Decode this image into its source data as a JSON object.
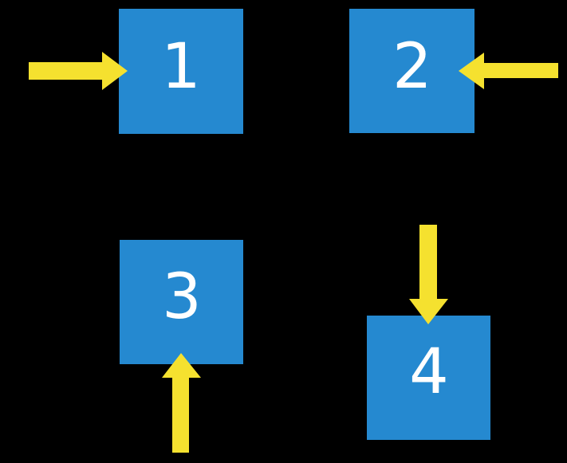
{
  "diagram": {
    "title": "four numbered squares with directional arrows",
    "squares": [
      {
        "label": "1",
        "arrow_direction": "arrow points right into left side of square"
      },
      {
        "label": "2",
        "arrow_direction": "arrow points left into right side of square"
      },
      {
        "label": "3",
        "arrow_direction": "arrow points up into bottom side of square"
      },
      {
        "label": "4",
        "arrow_direction": "arrow points down into top side of square"
      }
    ]
  },
  "colors": {
    "background": "#000000",
    "square": "#2589d0",
    "arrow": "#f5e12f",
    "number": "#ffffff"
  }
}
